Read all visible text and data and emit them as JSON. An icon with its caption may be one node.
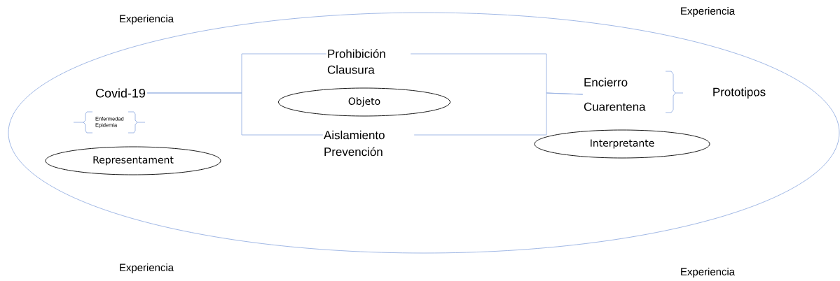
{
  "diagram": {
    "nodes": [
      {
        "text": [],
        "shape": "ellipse"
      },
      {
        "text": [
          "Covid-19"
        ],
        "in": 0
      },
      {
        "text": [
          "Prohibición Clausura"
        ],
        "in": 0
      },
      {
        "text": [
          "Objeto"
        ],
        "in": 0
      },
      {
        "text": [
          "Aislamiento Prevención"
        ],
        "in": 0
      },
      {
        "text": [
          "Encierro Cuarentena"
        ],
        "in": 0
      },
      {
        "text": [
          "Representament"
        ],
        "in": 0
      },
      {
        "text": [
          "Interpretante"
        ],
        "in": 0
      }
    ],
    "edges": [
      {
        "from": 1,
        "to": 2,
        "arrow": "none"
      },
      {
        "from": 1,
        "to": 4,
        "arrow": "none"
      },
      {
        "from": 2,
        "to": 5,
        "arrow": "none"
      },
      {
        "from": 4,
        "to": 5,
        "arrow": "none"
      }
    ],
    "labels": [
      "Experiencia",
      "Experiencia",
      "Enfermedad Epidemia",
      "Prototipos",
      "Experiencia",
      "Experiencia"
    ]
  }
}
